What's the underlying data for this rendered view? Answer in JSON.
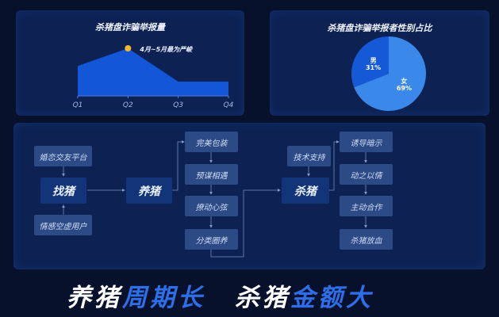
{
  "charts_area": {
    "line_title": "杀猪盘诈骗举报量",
    "pie_title": "杀猪盘诈骗举报者性别占比"
  },
  "chart_data": [
    {
      "type": "area",
      "title": "杀猪盘诈骗举报量",
      "categories": [
        "Q1",
        "Q2",
        "Q3",
        "Q4"
      ],
      "values": [
        63,
        100,
        30,
        30
      ],
      "annotation": "4月~5月最为严峻",
      "highlight_category": "Q2",
      "colors": {
        "fill": "#1456d8",
        "highlight": "#f5b82a"
      }
    },
    {
      "type": "pie",
      "title": "杀猪盘诈骗举报者性别占比",
      "slices": [
        {
          "label": "男",
          "value": 31,
          "display": "31%",
          "color": "#1559d6"
        },
        {
          "label": "女",
          "value": 69,
          "display": "69%",
          "color": "#3a88ea"
        }
      ]
    }
  ],
  "flow": {
    "source_top": "婚恋交友平台",
    "find": "找猪",
    "source_bottom": "情感空虚用户",
    "raise": "养猪",
    "raise_steps": [
      "完美包装",
      "预谋相遇",
      "撩动心弦",
      "分类圈养"
    ],
    "tech": "技术支持",
    "kill": "杀猪",
    "kill_steps": [
      "诱导暗示",
      "动之以情",
      "主动合作",
      "杀猪放血"
    ]
  },
  "slogans": {
    "left_white": "养猪",
    "left_blue": "周期长",
    "right_white": "杀猪",
    "right_blue": "金额大"
  }
}
